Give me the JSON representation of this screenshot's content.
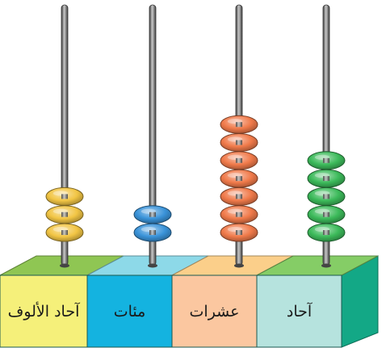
{
  "abacus": {
    "columns": [
      {
        "label": "آحاد الألوف",
        "beads": 3,
        "bead_color": "#f2c544",
        "box_color": "#f5f07a",
        "top_color": "#8fc653"
      },
      {
        "label": "مئات",
        "beads": 2,
        "bead_color": "#3a93d9",
        "box_color": "#14b3e0",
        "top_color": "#8dd9e8"
      },
      {
        "label": "عشرات",
        "beads": 7,
        "bead_color": "#f07a4a",
        "box_color": "#fbc7a0",
        "top_color": "#fbcf8a"
      },
      {
        "label": "آحاد",
        "beads": 5,
        "bead_color": "#3cba5a",
        "box_color": "#b6e3de",
        "top_color": "#85cd66"
      }
    ],
    "side_color": "#13a886",
    "rod_color": "#6b6b6b"
  }
}
